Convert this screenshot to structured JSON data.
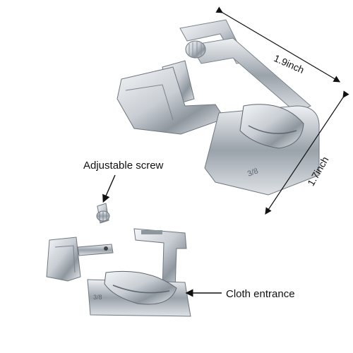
{
  "labels": {
    "adjustable_screw": "Adjustable screw",
    "cloth_entrance": "Cloth entrance",
    "width_dimension": "1.9inch",
    "height_dimension": "1.7inch"
  },
  "stamp_text": "3/8",
  "colors": {
    "background": "#ffffff",
    "metal_light": "#e9ecef",
    "metal_mid": "#b8bec6",
    "metal_dark": "#6f7780",
    "text": "#111111"
  },
  "icons": [
    "arrow-icon",
    "dimension-arrow-icon",
    "screw-icon",
    "presser-foot-icon"
  ]
}
